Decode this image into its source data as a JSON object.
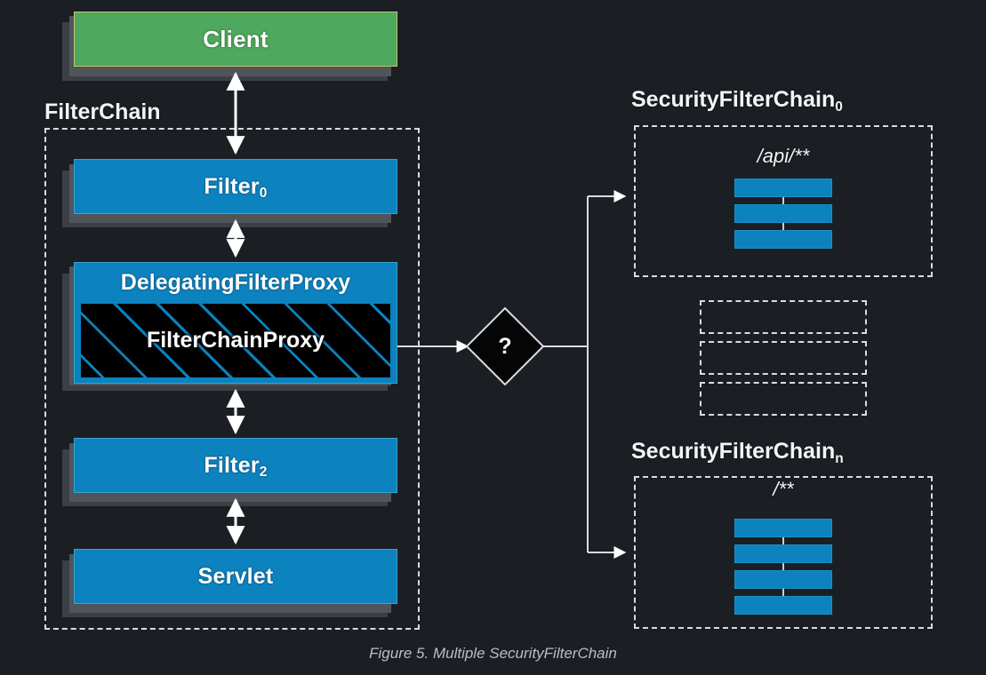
{
  "figure": {
    "caption": "Figure 5. Multiple SecurityFilterChain",
    "background_color": "#1b1f24",
    "accent_blue": "#0c82be",
    "accent_green": "#4ea85d",
    "line_color": "#d8dce0"
  },
  "client": {
    "label": "Client"
  },
  "filter_chain": {
    "title": "FilterChain",
    "nodes": [
      {
        "label": "Filter",
        "subscript": "0"
      },
      {
        "label": "DelegatingFilterProxy",
        "inner_label": "FilterChainProxy"
      },
      {
        "label": "Filter",
        "subscript": "2"
      },
      {
        "label": "Servlet",
        "subscript": ""
      }
    ]
  },
  "decision": {
    "label": "?"
  },
  "security_filter_chains": [
    {
      "title": "SecurityFilterChain",
      "subscript": "0",
      "pattern": "/api/**",
      "filter_count": 3
    },
    {
      "title": "SecurityFilterChain",
      "subscript": "n",
      "pattern": "/**",
      "filter_count": 4
    }
  ],
  "ellipsis_placeholders": 3
}
